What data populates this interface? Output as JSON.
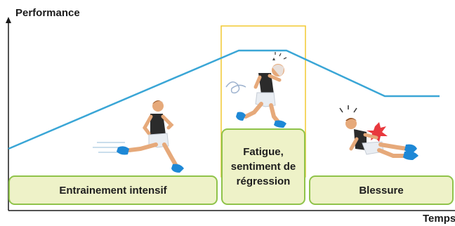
{
  "axes": {
    "y_label": "Performance",
    "x_label": "Temps"
  },
  "phases": [
    {
      "label": "Entrainement intensif"
    },
    {
      "label": "Fatigue,\nsentiment de\nrégression"
    },
    {
      "label": "Blessure"
    }
  ],
  "colors": {
    "curve": "#3aa6d6",
    "phase_border": "#8fc34a",
    "phase_fill": "#eef2c8",
    "highlight_frame": "#f2c830",
    "axis": "#1a1a1a"
  },
  "figures": [
    {
      "icon": "running-athlete-icon"
    },
    {
      "icon": "fatigued-athlete-icon"
    },
    {
      "icon": "injured-athlete-icon"
    }
  ]
}
